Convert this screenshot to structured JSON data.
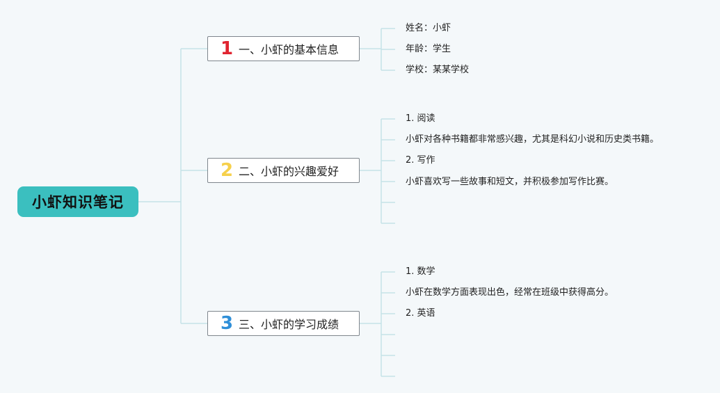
{
  "mindmap": {
    "root": "小虾知识笔记",
    "branches": [
      {
        "number": "1",
        "title": "一、小虾的基本信息",
        "color": "#e02430",
        "items": [
          "姓名：小虾",
          "年龄：学生",
          "学校：某某学校"
        ]
      },
      {
        "number": "2",
        "title": "二、小虾的兴趣爱好",
        "color": "#f6d04b",
        "items": [
          "1. 阅读",
          "小虾对各种书籍都非常感兴趣，尤其是科幻小说和历史类书籍。",
          "2. 写作",
          "小虾喜欢写一些故事和短文，并积极参加写作比赛。",
          "",
          ""
        ]
      },
      {
        "number": "3",
        "title": "三、小虾的学习成绩",
        "color": "#2f8fd8",
        "items": [
          "1. 数学",
          "小虾在数学方面表现出色，经常在班级中获得高分。",
          "2. 英语",
          "",
          "",
          ""
        ]
      }
    ],
    "connector_color": "#c5e2e8"
  }
}
